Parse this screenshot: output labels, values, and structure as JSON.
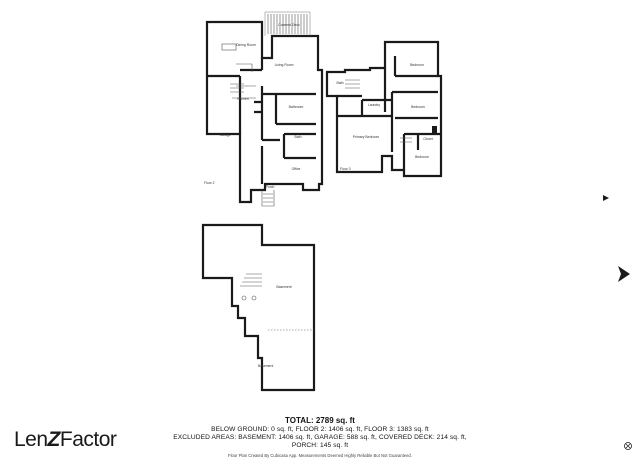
{
  "plan": {
    "floors": {
      "floor2": "Floor 2",
      "floor3": "Floor 3",
      "basement": "Basement"
    },
    "rooms": {
      "covered_deck": "Covered Deck",
      "dining_room": "Dining Room",
      "living_room": "Living Room",
      "garage": "Garage",
      "kitchen": "Kitchen",
      "bathroom": "Bathroom",
      "bath": "Bath",
      "office": "Office",
      "porch": "Porch",
      "bedroom_a": "Bedroom",
      "bath_up": "Bath",
      "primary_bedroom": "Primary Bedroom",
      "laundry": "Laundry",
      "bedroom_b": "Bedroom",
      "bedroom_c": "Bedroom",
      "closet": "Closet",
      "basement": "Basement"
    }
  },
  "summary": {
    "total": "TOTAL: 2789 sq. ft",
    "line1": "BELOW GROUND: 0 sq. ft, FLOOR 2: 1406 sq. ft, FLOOR 3: 1383 sq. ft",
    "line2": "EXCLUDED AREAS: BASEMENT: 1406 sq. ft, GARAGE: 588 sq. ft, COVERED DECK: 214 sq. ft,",
    "line3": "PORCH: 145 sq. ft"
  },
  "disclaimer": "Floor Plan Created By Cubicasa App. Measurements Deemed Highly Reliable But Not Guaranteed.",
  "logo": {
    "left": "Len",
    "z": "Z",
    "right": "Factor"
  },
  "colors": {
    "wall": "#1a1a1a",
    "text": "#111111"
  }
}
